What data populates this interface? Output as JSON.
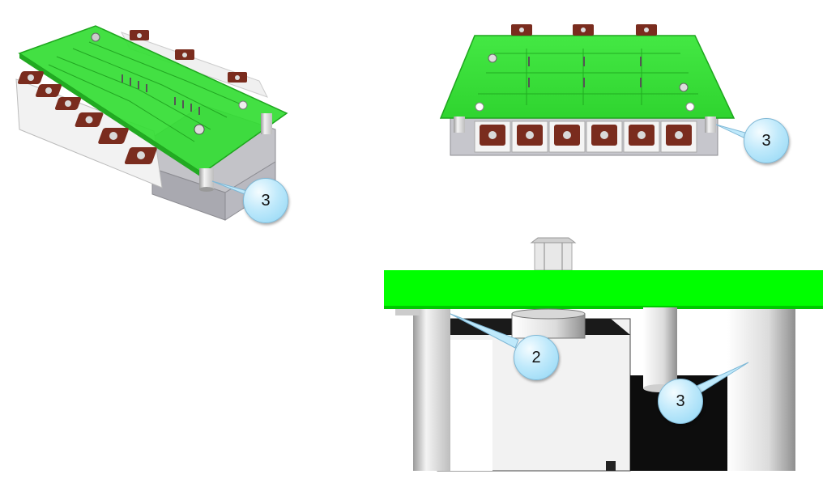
{
  "callouts": {
    "top_left": "3",
    "top_right": "3",
    "detail_left": "2",
    "detail_right": "3"
  },
  "colors": {
    "pcb_green": "#33dd33",
    "pcb_bright_green": "#00ff00",
    "terminal_brown": "#7a2c1e",
    "housing_gray": "#b8b8bf",
    "callout_blue": "#bfe9fb"
  }
}
